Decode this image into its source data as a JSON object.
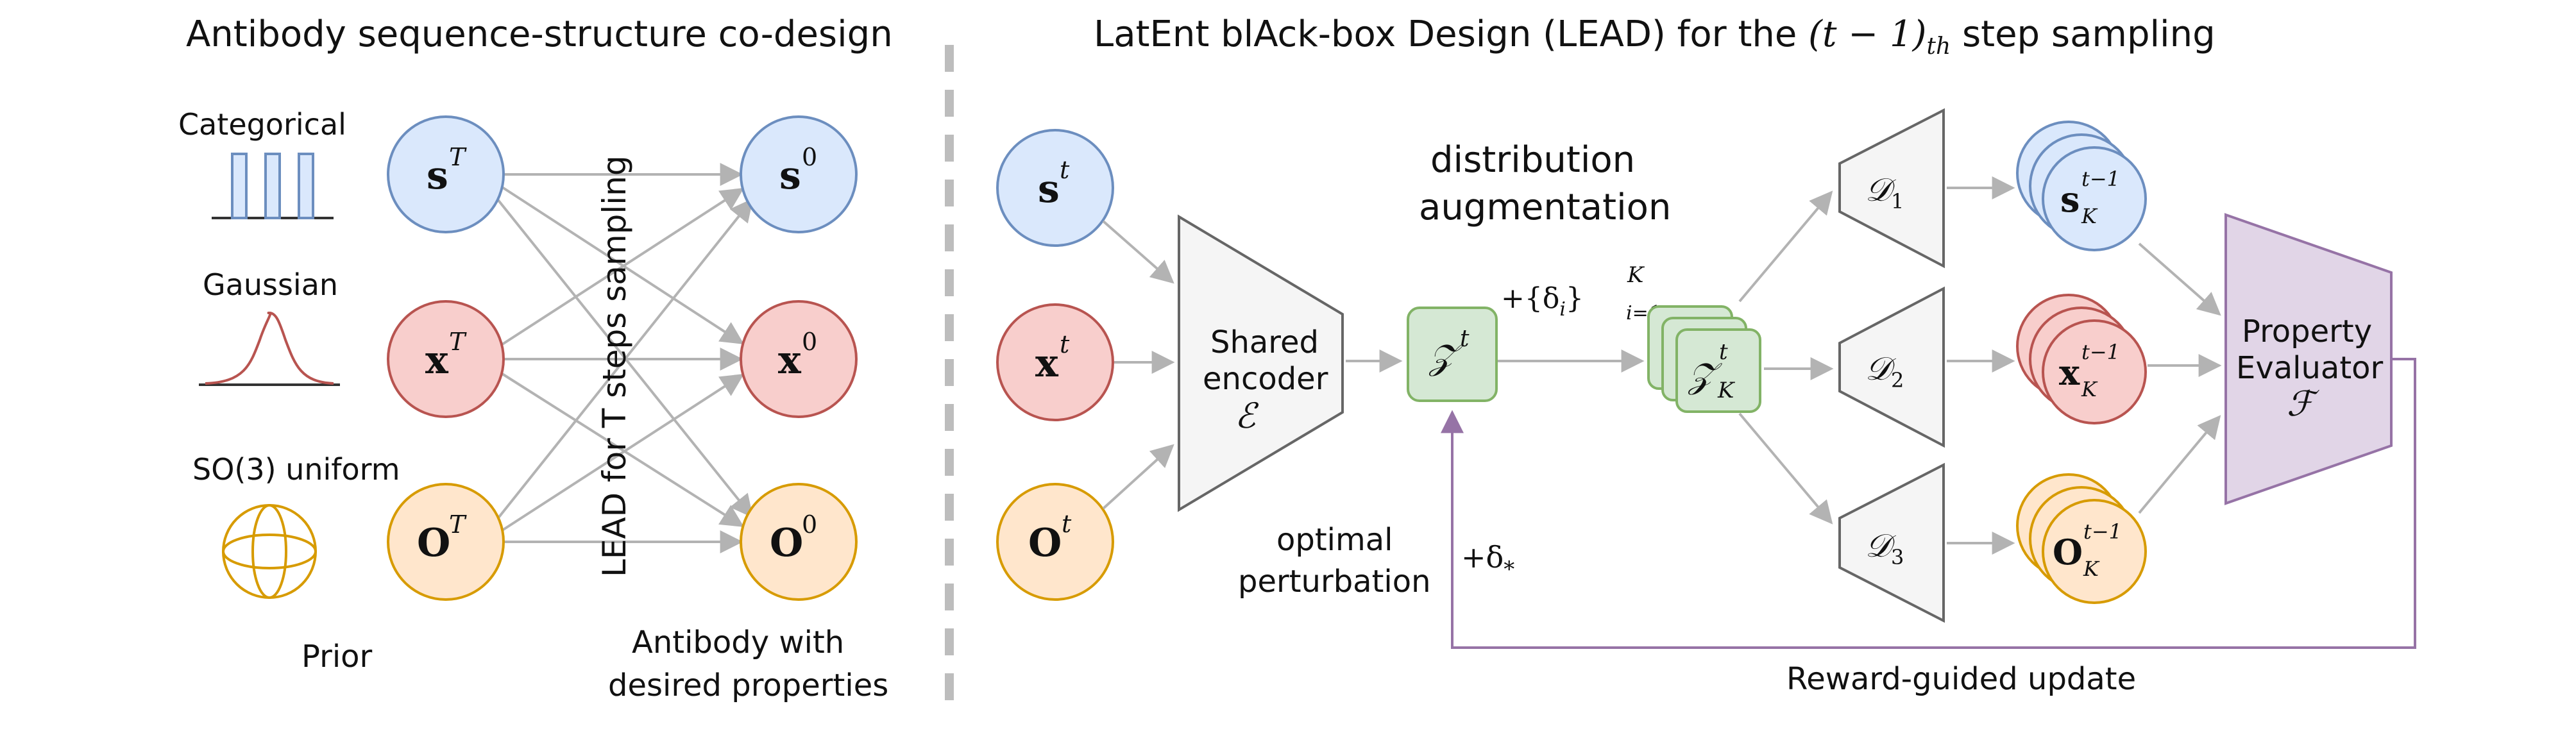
{
  "left_panel": {
    "title": "Antibody sequence-structure co-design",
    "priors": {
      "categorical": "Categorical",
      "gaussian": "Gaussian",
      "so3": "SO(3) uniform",
      "caption": "Prior"
    },
    "prior_nodes": {
      "s": "s",
      "s_sup": "T",
      "x": "x",
      "x_sup": "T",
      "o": "O",
      "o_sup": "T"
    },
    "output_nodes": {
      "s": "s",
      "s_sup": "0",
      "x": "x",
      "x_sup": "0",
      "o": "O",
      "o_sup": "0"
    },
    "vertical_label": "LEAD for T steps sampling",
    "output_caption_line1": "Antibody with",
    "output_caption_line2": "desired properties"
  },
  "right_panel": {
    "title_prefix": "LatEnt blAck-box Design (LEAD) for the ",
    "title_math": "(t − 1)",
    "title_sub": "th",
    "title_suffix": " step sampling",
    "inputs": {
      "s": "s",
      "x": "x",
      "o": "O",
      "sup": "t"
    },
    "encoder": {
      "line1": "Shared",
      "line2": "encoder",
      "symbol": "ℰ"
    },
    "latent": {
      "symbol": "𝒵",
      "sup": "t"
    },
    "augmentation_line1": "distribution",
    "augmentation_line2": "augmentation",
    "delta_set": "+{δ",
    "delta_set_i": "i",
    "delta_set_close": "}",
    "delta_set_sup": "K",
    "delta_set_sub": "i=1",
    "latent_k": {
      "symbol": "𝒵",
      "sup": "t",
      "sub": "K"
    },
    "decoders": [
      "𝒟",
      "𝒟",
      "𝒟"
    ],
    "decoder_subs": [
      "1",
      "2",
      "3"
    ],
    "outputs": {
      "s": "s",
      "x": "x",
      "o": "O",
      "sup": "t−1",
      "sub": "K"
    },
    "evaluator": {
      "line1": "Property",
      "line2": "Evaluator",
      "symbol": "ℱ"
    },
    "optimal_line1": "optimal",
    "optimal_line2": "perturbation",
    "delta_star": "+δ",
    "delta_star_sub": "*",
    "reward_label": "Reward-guided update"
  },
  "colors": {
    "blue_fill": "#dae8fc",
    "blue_stroke": "#6c8ebf",
    "red_fill": "#f8cecc",
    "red_stroke": "#b85450",
    "orange_fill": "#ffe6cc",
    "orange_stroke": "#d79b00",
    "green_fill": "#d5e8d4",
    "green_stroke": "#82b366",
    "purple_fill": "#e1d5e7",
    "purple_stroke": "#9673a6",
    "gray_fill": "#f5f5f5",
    "gray_stroke": "#666666",
    "edge": "#b3b3b3"
  }
}
